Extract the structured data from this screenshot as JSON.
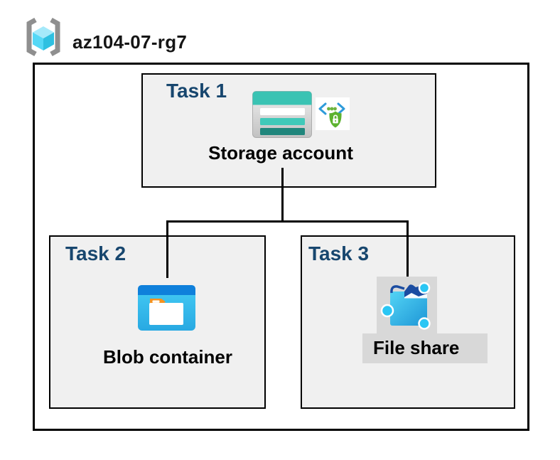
{
  "header": {
    "title": "az104-07-rg7",
    "icon": "resource-group-icon"
  },
  "tasks": [
    {
      "label": "Task 1",
      "resource": "Storage account",
      "icons": [
        "storage-account-icon",
        "secure-endpoint-icon"
      ]
    },
    {
      "label": "Task 2",
      "resource": "Blob container",
      "icons": [
        "blob-container-icon"
      ]
    },
    {
      "label": "Task 3",
      "resource": "File share",
      "icons": [
        "file-share-icon"
      ],
      "highlighted": true
    }
  ],
  "connections": [
    {
      "from": "Storage account",
      "to": "Blob container"
    },
    {
      "from": "Storage account",
      "to": "File share"
    }
  ],
  "colors": {
    "task_label": "#17466E",
    "box_fill": "#F0F0F0",
    "box_border": "#000000",
    "storage_teal": "#3AC3B3",
    "storage_teal_dark": "#20867C",
    "blob_header_blue": "#0F80DB",
    "blob_body_cyan": "#45CCF5",
    "folder_tab_orange": "#F6921E",
    "shield_green": "#5CB22F",
    "bracket_blue": "#2E9BDA",
    "fileshare_navy": "#1A4CA1",
    "node_cyan": "#2AC6F4",
    "cube_cyan_light": "#A5E9FA",
    "cube_cyan_mid": "#55D8F6",
    "cube_cyan_dark": "#2EC0E1",
    "bracket_gray": "#8F8F8F",
    "selection_gray": "#D8D8D8"
  }
}
